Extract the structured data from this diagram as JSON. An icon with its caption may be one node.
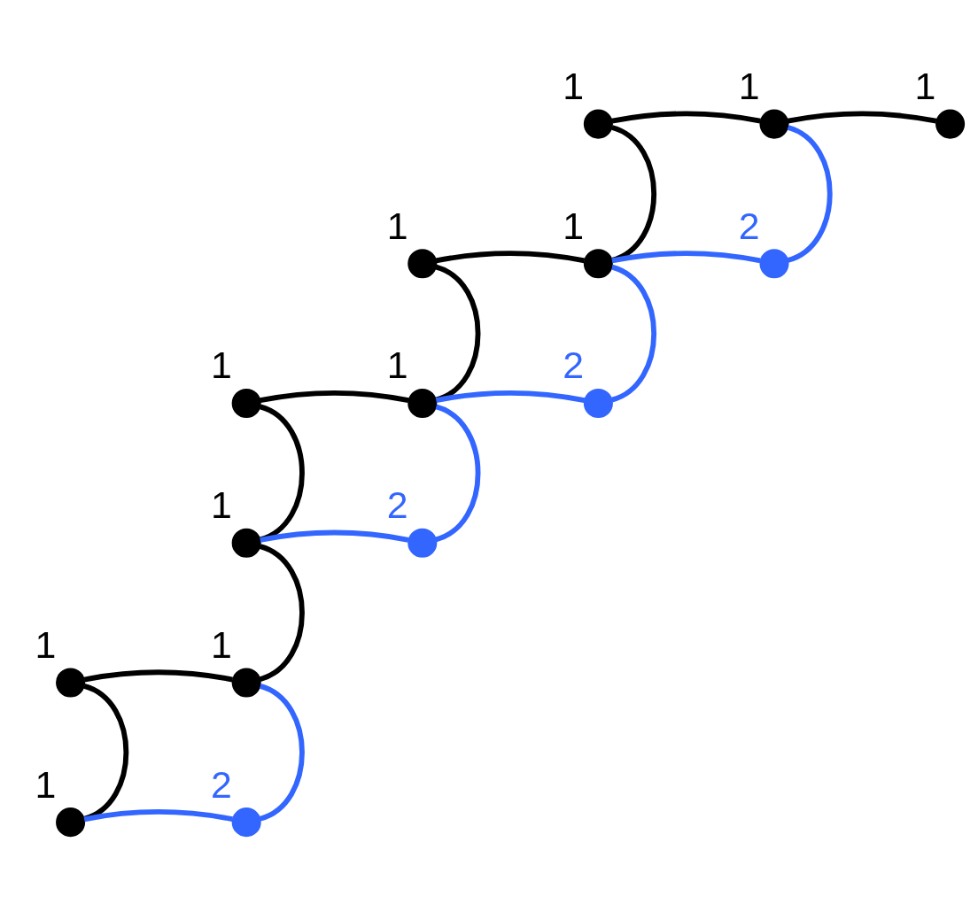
{
  "diagram": {
    "nodes": [
      {
        "text": [],
        "shape": "circle",
        "beside": [
          "1"
        ]
      },
      {
        "text": [],
        "shape": "circle",
        "beside": [
          "1"
        ]
      },
      {
        "text": [],
        "shape": "circle",
        "beside": [
          "1"
        ]
      },
      {
        "text": [],
        "shape": "circle",
        "beside": [
          "1"
        ]
      },
      {
        "text": [],
        "shape": "circle",
        "beside": [
          "1"
        ]
      },
      {
        "text": [],
        "shape": "circle",
        "beside": [
          "2"
        ]
      },
      {
        "text": [],
        "shape": "circle",
        "beside": [
          "1"
        ]
      },
      {
        "text": [],
        "shape": "circle",
        "beside": [
          "1"
        ]
      },
      {
        "text": [],
        "shape": "circle",
        "beside": [
          "2"
        ]
      },
      {
        "text": [],
        "shape": "circle",
        "beside": [
          "1"
        ]
      },
      {
        "text": [],
        "shape": "circle",
        "beside": [
          "2"
        ]
      },
      {
        "text": [],
        "shape": "circle",
        "beside": [
          "1"
        ]
      },
      {
        "text": [],
        "shape": "circle",
        "beside": [
          "1"
        ]
      },
      {
        "text": [],
        "shape": "circle",
        "beside": [
          "1"
        ]
      },
      {
        "text": [],
        "shape": "circle",
        "beside": [
          "2"
        ]
      }
    ],
    "edges": [
      {
        "from": 13,
        "to": 11,
        "arrow": "none"
      },
      {
        "from": 11,
        "to": 12,
        "arrow": "none"
      },
      {
        "from": 12,
        "to": 9,
        "arrow": "none"
      },
      {
        "from": 9,
        "to": 6,
        "arrow": "none"
      },
      {
        "from": 6,
        "to": 7,
        "arrow": "none"
      },
      {
        "from": 7,
        "to": 3,
        "arrow": "none"
      },
      {
        "from": 3,
        "to": 4,
        "arrow": "none"
      },
      {
        "from": 4,
        "to": 0,
        "arrow": "none"
      },
      {
        "from": 0,
        "to": 1,
        "arrow": "none"
      },
      {
        "from": 1,
        "to": 2,
        "arrow": "none"
      },
      {
        "from": 13,
        "to": 14,
        "arrow": "none",
        "color": "#3366ff"
      },
      {
        "from": 12,
        "to": 14,
        "arrow": "none",
        "color": "#3366ff"
      },
      {
        "from": 9,
        "to": 10,
        "arrow": "none",
        "color": "#3366ff"
      },
      {
        "from": 7,
        "to": 10,
        "arrow": "none",
        "color": "#3366ff"
      },
      {
        "from": 7,
        "to": 8,
        "arrow": "none",
        "color": "#3366ff"
      },
      {
        "from": 4,
        "to": 8,
        "arrow": "none",
        "color": "#3366ff"
      },
      {
        "from": 4,
        "to": 5,
        "arrow": "none",
        "color": "#3366ff"
      },
      {
        "from": 1,
        "to": 5,
        "arrow": "none",
        "color": "#3366ff"
      }
    ]
  }
}
